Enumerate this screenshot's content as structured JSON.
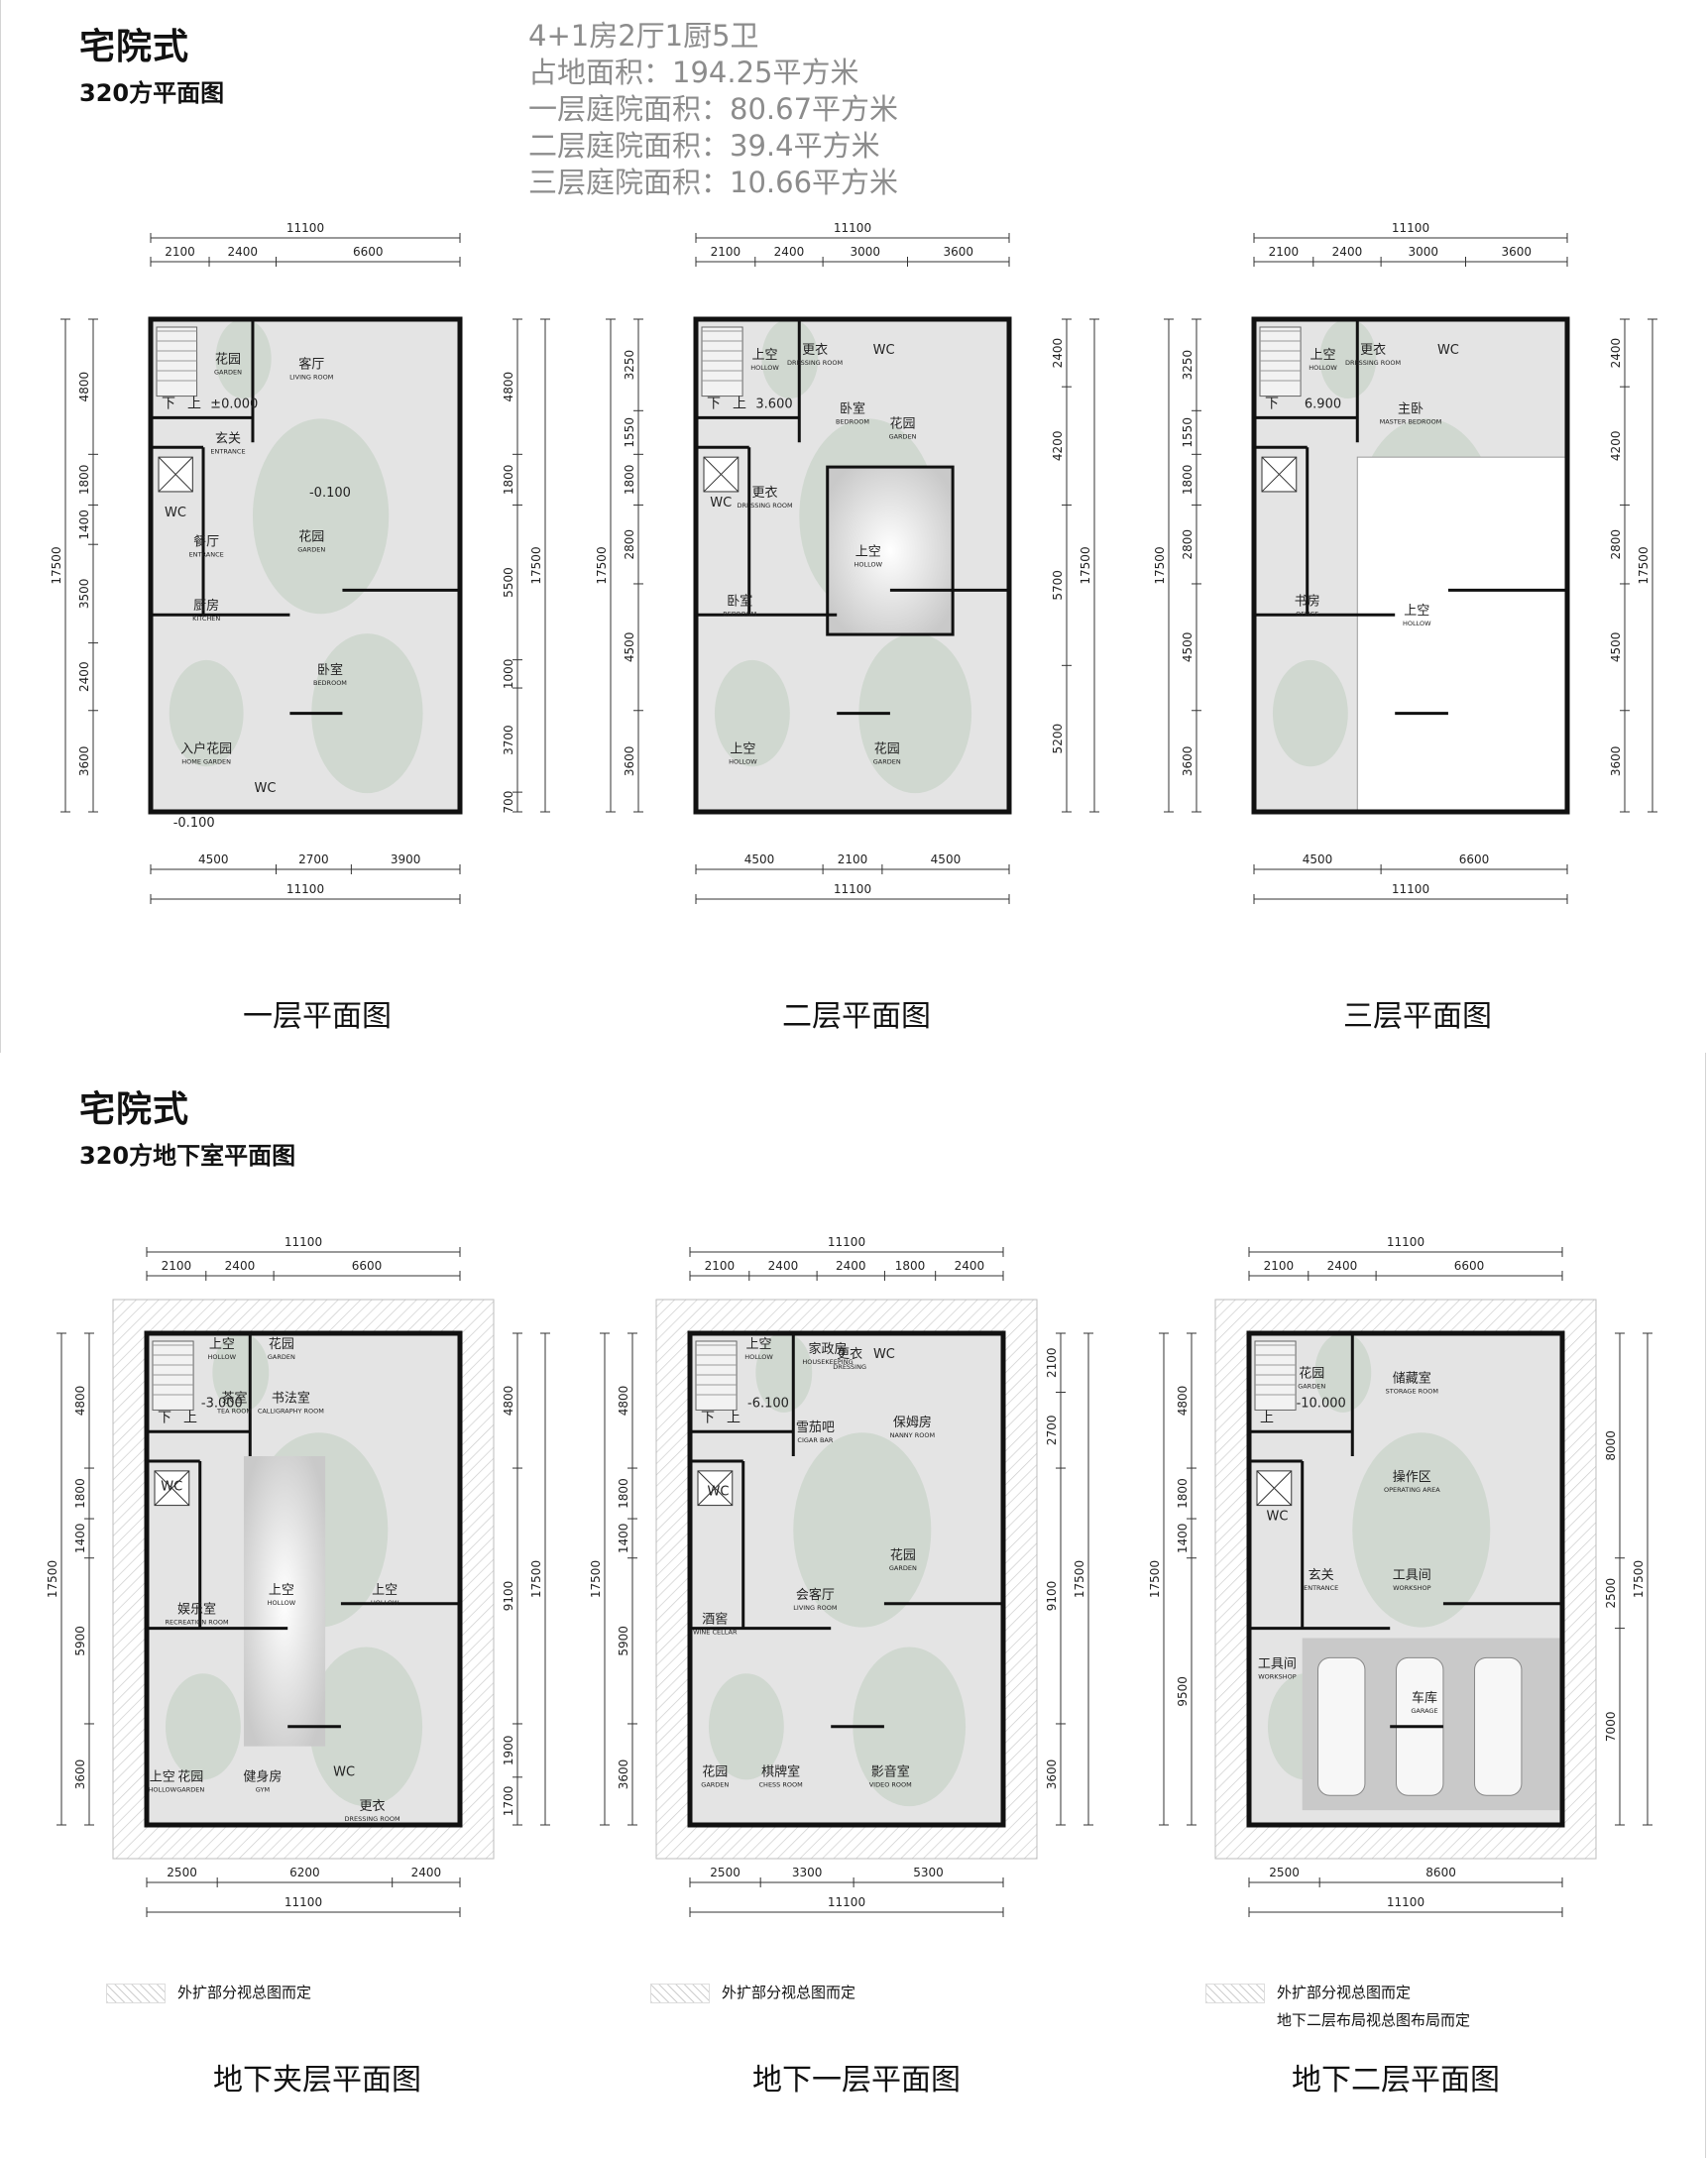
{
  "upper_section": {
    "title": "宅院式",
    "subtitle": "320方平面图",
    "summary": {
      "layout": "4+1房2厅1厨5卫",
      "site_area": "占地面积：194.25平方米",
      "courtyard_1f": "一层庭院面积：80.67平方米",
      "courtyard_2f": "二层庭院面积：39.4平方米",
      "courtyard_3f": "三层庭院面积：10.66平方米"
    }
  },
  "lower_section": {
    "title": "宅院式",
    "subtitle": "320方地下室平面图"
  },
  "plans": [
    {
      "caption": "一层平面图",
      "top_total": "11100",
      "top_dims": [
        "2100",
        "2400",
        "6600"
      ],
      "bottom_total": "11100",
      "bottom_dims": [
        "4500",
        "2700",
        "3900"
      ],
      "left_total": "17500",
      "left_dims": [
        "4800",
        "1800",
        "1400",
        "3500",
        "2400",
        "3600"
      ],
      "right_total": "17500",
      "right_dims": [
        "4800",
        "1800",
        "5500",
        "1000",
        "3700",
        "700"
      ],
      "rooms": [
        {
          "zh": "花园",
          "en": "GARDEN"
        },
        {
          "zh": "客厅",
          "en": "LIVING ROOM"
        },
        {
          "zh": "玄关",
          "en": "ENTRANCE"
        },
        {
          "zh": "WC",
          "en": ""
        },
        {
          "zh": "餐厅",
          "en": "ENTRANCE"
        },
        {
          "zh": "花园",
          "en": "GARDEN"
        },
        {
          "zh": "厨房",
          "en": "KITCHEN"
        },
        {
          "zh": "卧室",
          "en": "BEDROOM"
        },
        {
          "zh": "入户花园",
          "en": "HOME GARDEN"
        },
        {
          "zh": "WC",
          "en": ""
        }
      ],
      "levels": [
        "±0.000",
        "-0.100",
        "-0.100"
      ],
      "stairs": [
        "下",
        "上"
      ]
    },
    {
      "caption": "二层平面图",
      "top_total": "11100",
      "top_dims": [
        "2100",
        "2400",
        "3000",
        "3600"
      ],
      "bottom_total": "11100",
      "bottom_dims": [
        "4500",
        "2100",
        "4500"
      ],
      "left_total": "17500",
      "left_dims": [
        "3250",
        "1550",
        "1800",
        "2800",
        "4500",
        "3600"
      ],
      "right_total": "17500",
      "right_dims": [
        "2400",
        "4200",
        "5700",
        "5200"
      ],
      "rooms": [
        {
          "zh": "上空",
          "en": "HOLLOW"
        },
        {
          "zh": "更衣",
          "en": "DRESSING ROOM"
        },
        {
          "zh": "WC",
          "en": ""
        },
        {
          "zh": "卧室",
          "en": "BEDROOM"
        },
        {
          "zh": "花园",
          "en": "GARDEN"
        },
        {
          "zh": "WC",
          "en": ""
        },
        {
          "zh": "更衣",
          "en": "DRESSING ROOM"
        },
        {
          "zh": "上空",
          "en": "HOLLOW"
        },
        {
          "zh": "卧室",
          "en": "BEDROOM"
        },
        {
          "zh": "上空",
          "en": "HOLLOW"
        },
        {
          "zh": "花园",
          "en": "GARDEN"
        }
      ],
      "levels": [
        "3.600"
      ],
      "stairs": [
        "下",
        "上"
      ]
    },
    {
      "caption": "三层平面图",
      "top_total": "11100",
      "top_dims": [
        "2100",
        "2400",
        "3000",
        "3600"
      ],
      "bottom_total": "11100",
      "bottom_dims": [
        "4500",
        "6600"
      ],
      "left_total": "17500",
      "left_dims": [
        "3250",
        "1550",
        "1800",
        "2800",
        "4500",
        "3600"
      ],
      "right_total": "17500",
      "right_dims": [
        "2400",
        "4200",
        "2800",
        "4500",
        "3600"
      ],
      "rooms": [
        {
          "zh": "上空",
          "en": "HOLLOW"
        },
        {
          "zh": "更衣",
          "en": "DRESSING ROOM"
        },
        {
          "zh": "WC",
          "en": ""
        },
        {
          "zh": "主卧",
          "en": "MASTER BEDROOM"
        },
        {
          "zh": "书房",
          "en": "OFFICE"
        },
        {
          "zh": "上空",
          "en": "HOLLOW"
        }
      ],
      "levels": [
        "6.900"
      ],
      "stairs": [
        "下"
      ]
    },
    {
      "caption": "地下夹层平面图",
      "top_total": "11100",
      "top_dims": [
        "2100",
        "2400",
        "6600"
      ],
      "bottom_total": "11100",
      "bottom_dims": [
        "2500",
        "6200",
        "2400"
      ],
      "left_total": "17500",
      "left_dims": [
        "4800",
        "1800",
        "1400",
        "5900",
        "3600"
      ],
      "right_total": "17500",
      "right_dims": [
        "4800",
        "9100",
        "1900",
        "1700"
      ],
      "rooms": [
        {
          "zh": "上空",
          "en": "HOLLOW"
        },
        {
          "zh": "花园",
          "en": "GARDEN"
        },
        {
          "zh": "茶室",
          "en": "TEA ROOM"
        },
        {
          "zh": "书法室",
          "en": "CALLIGRAPHY ROOM"
        },
        {
          "zh": "WC",
          "en": ""
        },
        {
          "zh": "上空",
          "en": "HOLLOW"
        },
        {
          "zh": "上空",
          "en": "HOLLOW"
        },
        {
          "zh": "娱乐室",
          "en": "RECREATION ROOM"
        },
        {
          "zh": "上空",
          "en": "HOLLOW"
        },
        {
          "zh": "花园",
          "en": "GARDEN"
        },
        {
          "zh": "健身房",
          "en": "GYM"
        },
        {
          "zh": "WC",
          "en": ""
        },
        {
          "zh": "更衣",
          "en": "DRESSING ROOM"
        }
      ],
      "levels": [
        "-3.000"
      ],
      "stairs": [
        "下",
        "上"
      ]
    },
    {
      "caption": "地下一层平面图",
      "top_total": "11100",
      "top_dims": [
        "2100",
        "2400",
        "2400",
        "1800",
        "2400"
      ],
      "bottom_total": "11100",
      "bottom_dims": [
        "2500",
        "3300",
        "5300"
      ],
      "left_total": "17500",
      "left_dims": [
        "4800",
        "1800",
        "1400",
        "5900",
        "3600"
      ],
      "right_total": "17500",
      "right_dims": [
        "2100",
        "2700",
        "9100",
        "3600"
      ],
      "rooms": [
        {
          "zh": "上空",
          "en": "HOLLOW"
        },
        {
          "zh": "家政房",
          "en": "HOUSEKEEPING"
        },
        {
          "zh": "更衣",
          "en": "DRESSING"
        },
        {
          "zh": "WC",
          "en": ""
        },
        {
          "zh": "保姆房",
          "en": "NANNY ROOM"
        },
        {
          "zh": "雪茄吧",
          "en": "CIGAR BAR"
        },
        {
          "zh": "WC",
          "en": ""
        },
        {
          "zh": "会客厅",
          "en": "LIVING ROOM"
        },
        {
          "zh": "花园",
          "en": "GARDEN"
        },
        {
          "zh": "酒窖",
          "en": "WINE CELLAR"
        },
        {
          "zh": "花园",
          "en": "GARDEN"
        },
        {
          "zh": "棋牌室",
          "en": "CHESS ROOM"
        },
        {
          "zh": "影音室",
          "en": "VIDEO ROOM"
        }
      ],
      "levels": [
        "-6.100"
      ],
      "stairs": [
        "下",
        "上"
      ]
    },
    {
      "caption": "地下二层平面图",
      "top_total": "11100",
      "top_dims": [
        "2100",
        "2400",
        "6600"
      ],
      "bottom_total": "11100",
      "bottom_dims": [
        "2500",
        "8600"
      ],
      "left_total": "17500",
      "left_dims": [
        "4800",
        "1800",
        "1400",
        "9500"
      ],
      "right_total": "17500",
      "right_dims": [
        "8000",
        "2500",
        "7000"
      ],
      "rooms": [
        {
          "zh": "花园",
          "en": "GARDEN"
        },
        {
          "zh": "储藏室",
          "en": "STORAGE ROOM"
        },
        {
          "zh": "操作区",
          "en": "OPERATING AREA"
        },
        {
          "zh": "WC",
          "en": ""
        },
        {
          "zh": "玄关",
          "en": "ENTRANCE"
        },
        {
          "zh": "工具间",
          "en": "WORKSHOP"
        },
        {
          "zh": "工具间",
          "en": "WORKSHOP"
        },
        {
          "zh": "车库",
          "en": "GARAGE"
        }
      ],
      "levels": [
        "-10.000"
      ],
      "stairs": [
        "上"
      ]
    }
  ],
  "legends": [
    {
      "line1": "外扩部分视总图而定",
      "line2": ""
    },
    {
      "line1": "外扩部分视总图而定",
      "line2": ""
    },
    {
      "line1": "外扩部分视总图而定",
      "line2": "地下二层布局视总图布局而定"
    }
  ]
}
